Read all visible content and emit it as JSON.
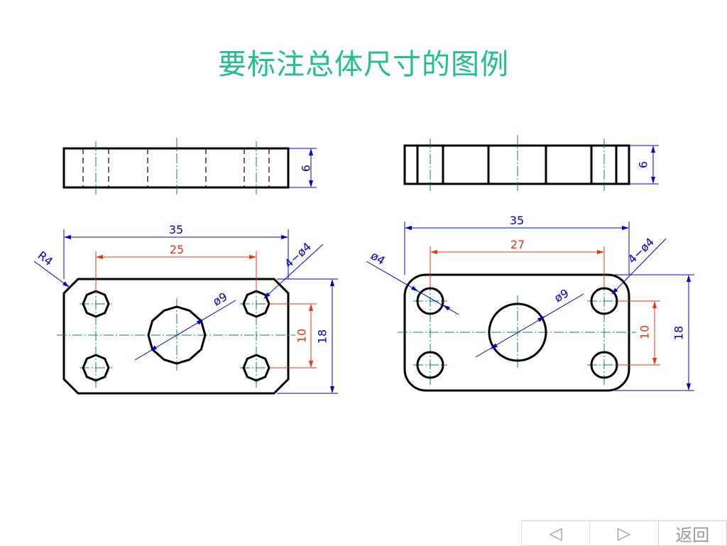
{
  "title": "要标注总体尺寸的图例",
  "colors": {
    "title": "#1fbf8f",
    "outline": "#000000",
    "dimension": "#0000cc",
    "highlight": "#ee3311",
    "centerline": "#008855"
  },
  "left_drawing": {
    "top_view_thickness": "6",
    "overall_length": "35",
    "hole_spacing": "25",
    "corner_radius": "R4",
    "hole_callout": "4−ø4",
    "center_hole": "ø9",
    "vertical_spacing": "10",
    "overall_height": "18"
  },
  "right_drawing": {
    "top_view_thickness": "6",
    "overall_length": "35",
    "hole_spacing": "27",
    "hole_diameter": "ø4",
    "hole_callout": "4−ø4",
    "center_hole": "ø9",
    "vertical_spacing": "10",
    "overall_height": "18"
  },
  "nav": {
    "prev_icon": "◁",
    "next_icon": "▷",
    "return_label": "返回"
  }
}
